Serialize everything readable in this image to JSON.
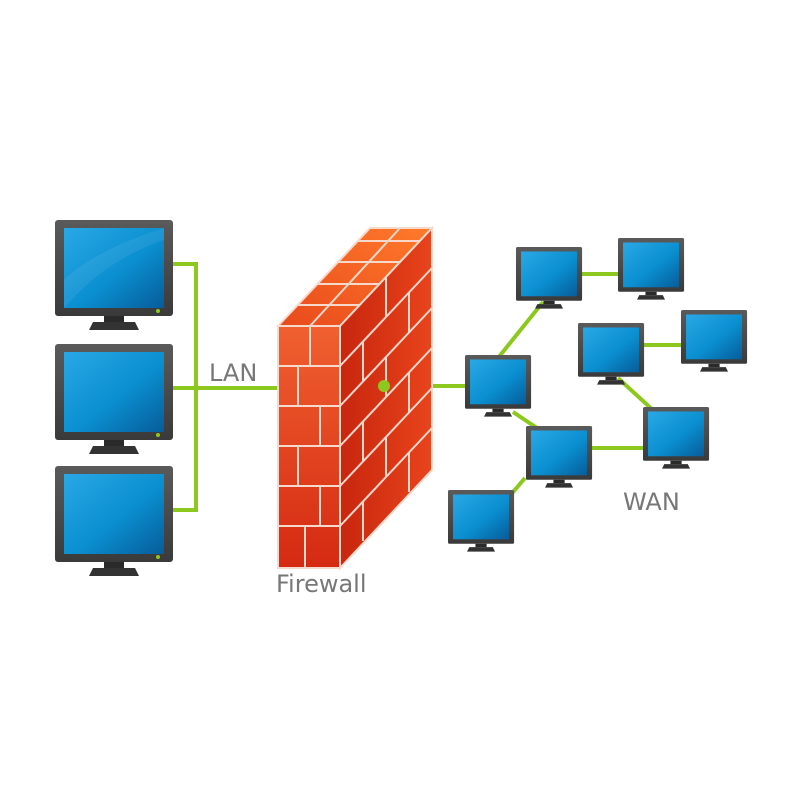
{
  "labels": {
    "lan": "LAN",
    "firewall": "Firewall",
    "wan": "WAN"
  },
  "colors": {
    "link": "#8cc81e",
    "screen": "#0a8fd0",
    "screen_dark": "#075c9a",
    "bezel": "#4a4a4a",
    "brick": "#e23a1a",
    "brick_top": "#f25a20",
    "mortar": "#f7d9cc",
    "label": "#777777",
    "power_led": "#8cc81e"
  },
  "lan_computers": [
    "lan-computer-1",
    "lan-computer-2",
    "lan-computer-3"
  ],
  "wan_computers": [
    "wan-computer-1",
    "wan-computer-2",
    "wan-computer-3",
    "wan-computer-4",
    "wan-computer-5",
    "wan-computer-6",
    "wan-computer-7",
    "wan-computer-8"
  ]
}
